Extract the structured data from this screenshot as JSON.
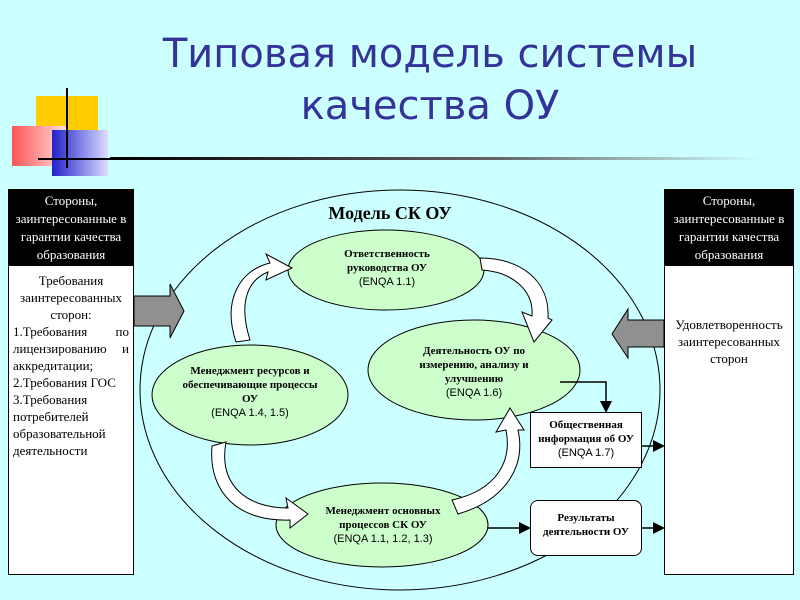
{
  "title": {
    "line1": "Типовая модель системы",
    "line2": "качества ОУ"
  },
  "colors": {
    "title": "#333399",
    "background": "#ccffff",
    "ellipse_fill": "#ccffcc",
    "outer_ellipse": "#ccffff"
  },
  "diagram": {
    "model_label": "Модель СК ОУ",
    "left_panel": {
      "heading": "Стороны, заинтересованные в гарантии качества образования",
      "body_intro": "Требования заинтересованных сторон:",
      "items": [
        "1.Требования по лицензированию и аккредитации;",
        "2.Требования ГОС",
        "3.Требования потребителей образовательной деятельности"
      ]
    },
    "right_panel": {
      "heading": "Стороны, заинтересованные в гарантии качества образования",
      "body": "Удовлетворенность заинтересованных сторон"
    },
    "nodes": {
      "responsibility": {
        "title": "Ответственность руководства ОУ",
        "ref": "(ENQA 1.1)"
      },
      "resources": {
        "title": "Менеджмент ресурсов и обеспечивающие процессы ОУ",
        "ref": "(ENQA 1.4, 1.5)"
      },
      "measurement": {
        "title": "Деятельность ОУ по измерению, анализу и улучшению",
        "ref": "(ENQA 1.6)"
      },
      "core": {
        "title": "Менеджмент основных процессов СК ОУ",
        "ref": "(ENQA 1.1, 1.2, 1.3)"
      }
    },
    "boxes": {
      "public_info": {
        "title": "Общественная информация об ОУ",
        "ref": "(ENQA 1.7)"
      },
      "results": {
        "title": "Результаты деятельности ОУ"
      }
    }
  }
}
